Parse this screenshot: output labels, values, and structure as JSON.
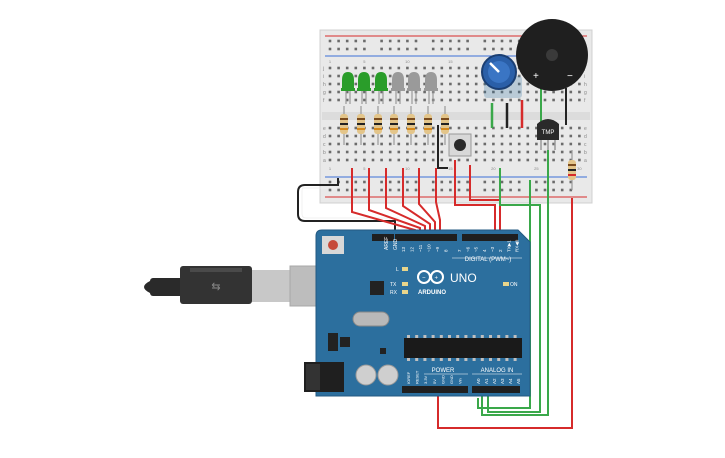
{
  "breadboard": {
    "row_labels_top": [
      "j",
      "i",
      "h",
      "g",
      "f"
    ],
    "row_labels_bottom": [
      "e",
      "d",
      "c",
      "b",
      "a"
    ],
    "col_numbers": [
      "1",
      "5",
      "10",
      "15",
      "20",
      "25",
      "30"
    ]
  },
  "components": {
    "buzzer": {
      "plus": "+",
      "minus": "−"
    },
    "temp_sensor": {
      "label": "TMP"
    },
    "leds": {
      "colors": [
        "#2a9d2a",
        "#2a9d2a",
        "#2a9d2a",
        "#9a9a9a",
        "#9a9a9a",
        "#9a9a9a"
      ]
    }
  },
  "arduino": {
    "board_name": "UNO",
    "brand": "ARDUINO",
    "digital_label": "DIGITAL (PWM~)",
    "analog_label": "ANALOG IN",
    "power_label": "POWER",
    "on_label": "ON",
    "tx_label": "TX",
    "rx_label": "RX",
    "l_label": "L",
    "aref": "AREF",
    "gnd": "GND",
    "digital_pins": [
      "13",
      "12",
      "~11",
      "~10",
      "~9",
      "8",
      "7",
      "~6",
      "~5",
      "4",
      "~3",
      "2",
      "TX▶1",
      "RX◀0"
    ],
    "power_pins": [
      "IOREF",
      "RESET",
      "3.3V",
      "5V",
      "GND",
      "GND",
      "Vin"
    ],
    "analog_pins": [
      "A0",
      "A1",
      "A2",
      "A3",
      "A4",
      "A5"
    ]
  },
  "colors": {
    "board": "#2c6f9e",
    "breadboard": "#e9e9e9",
    "wire_red": "#d62b2b",
    "wire_green": "#3aa84a",
    "wire_black": "#222222"
  }
}
